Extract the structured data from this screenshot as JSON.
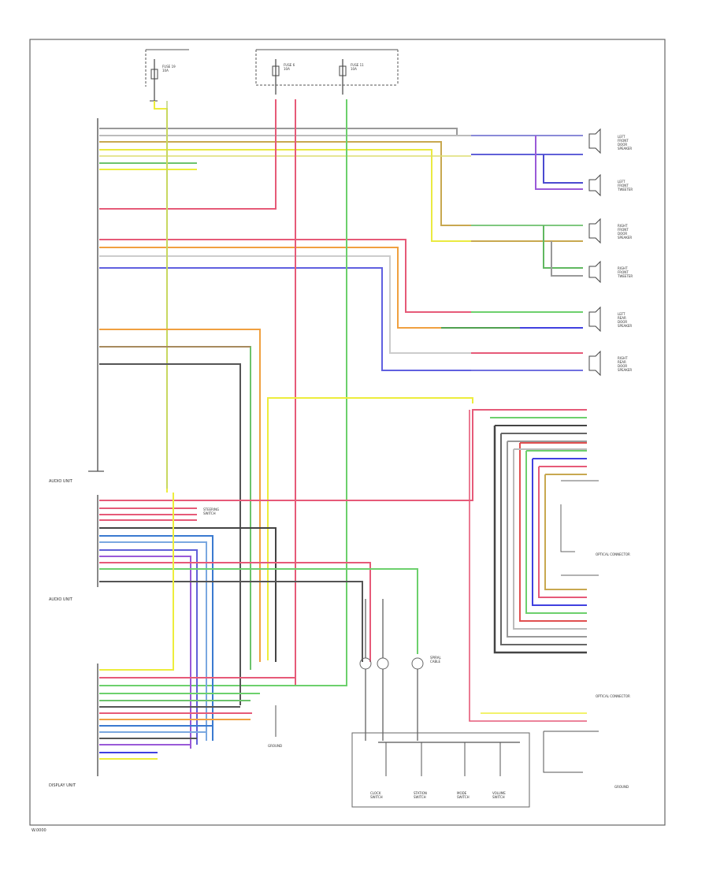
{
  "diagram": {
    "footer_code": "W.0000",
    "modules": {
      "audio_unit": "AUDIO UNIT",
      "audio_unit_2": "AUDIO UNIT",
      "display_unit": "DISPLAY UNIT"
    },
    "fuses": [
      {
        "label": "FUSE 19\n10A"
      },
      {
        "label": "FUSE 6\n10A"
      },
      {
        "label": "FUSE 11\n10A"
      }
    ],
    "speakers": [
      {
        "label": "LEFT\nFRONT\nDOOR\nSPEAKER"
      },
      {
        "label": "LEFT\nFRONT\nTWEETER"
      },
      {
        "label": "RIGHT\nFRONT\nDOOR\nSPEAKER"
      },
      {
        "label": "RIGHT\nFRONT\nTWEETER"
      },
      {
        "label": "LEFT\nREAR\nDOOR\nSPEAKER"
      },
      {
        "label": "RIGHT\nREAR\nDOOR\nSPEAKER"
      }
    ],
    "switches": [
      {
        "label": "CLOCK\nSWITCH"
      },
      {
        "label": "STATION\nSWITCH"
      },
      {
        "label": "MODE\nSWITCH"
      },
      {
        "label": "VOLUME\nSWITCH"
      }
    ],
    "other_labels": {
      "steering_switch": "STEERING\nSWITCH",
      "spiral_cable": "SPIRAL\nCABLE",
      "optical_connector": "OPTICAL CONNECTOR",
      "optical_connector_2": "OPTICAL CONNECTOR",
      "ground": "GROUND",
      "ground_2": "GROUND"
    }
  }
}
